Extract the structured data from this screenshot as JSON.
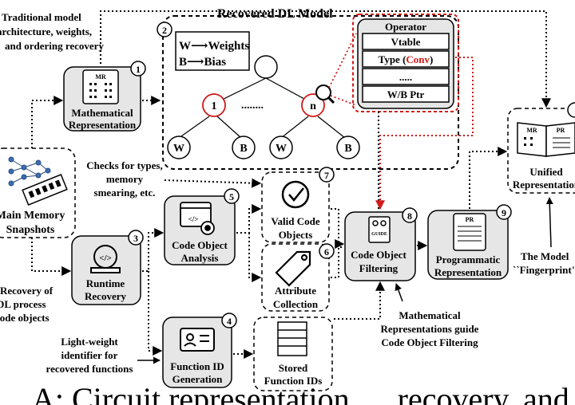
{
  "title": "Recovered DL Model",
  "caption": "A: Circuit representation, ... recovery, and the model in Pa...",
  "labels": {
    "trad_recovery": [
      "Traditional model",
      "architecture, weights,",
      "and ordering recovery"
    ],
    "main_memory": [
      "Main Memory",
      "Snapshots"
    ],
    "recovery_of": [
      "Recovery of",
      "DL process",
      "code objects"
    ],
    "checks": [
      "Checks for types,",
      "memory",
      "smearing, etc."
    ],
    "lightweight": [
      "Light-weight",
      "identifier for",
      "recovered functions"
    ],
    "math_guide": [
      "Mathematical",
      "Representations guide",
      "Code Object Filtering"
    ],
    "fingerprint": [
      "The Model",
      "``Fingerprint\""
    ]
  },
  "legend": {
    "w": "W",
    "w_full": "Weights",
    "b": "B",
    "b_full": "Bias"
  },
  "operator": {
    "title": "Operator",
    "rows": [
      "Vtable",
      "Type (",
      "Conv",
      ")",
      ".....",
      "W/B Ptr"
    ]
  },
  "tree": {
    "node1": "1",
    "ellipsis": "........",
    "node_n": "n",
    "w": "W",
    "b": "B"
  },
  "steps": [
    {
      "num": "1",
      "label": [
        "Mathematical",
        "Representation"
      ],
      "icon": "mr-book-icon",
      "badge": "MR"
    },
    {
      "num": "2"
    },
    {
      "num": "3",
      "label": [
        "Runtime",
        "Recovery"
      ],
      "icon": "laptop-code-icon"
    },
    {
      "num": "4",
      "label": [
        "Function ID",
        "Generation"
      ],
      "icon": "id-card-icon"
    },
    {
      "num": "5",
      "label": [
        "Code Object",
        "Analysis"
      ],
      "icon": "code-window-gear-icon"
    },
    {
      "num": "6",
      "label": [
        "Attribute",
        "Collection"
      ],
      "icon": "tag-icon"
    },
    {
      "num": "7",
      "label": [
        "Valid Code",
        "Objects"
      ],
      "icon": "checkmark-icon"
    },
    {
      "num": "8",
      "label": [
        "Code Object",
        "Filtering"
      ],
      "icon": "guide-book-icon",
      "badge": "GUIDE"
    },
    {
      "num": "9",
      "label": [
        "Programmatic",
        "Representation"
      ],
      "icon": "pr-scroll-icon",
      "badge": "PR"
    },
    {
      "num": "",
      "label": [
        "Unified",
        "Representation"
      ],
      "icon": "mr-pr-book-icon",
      "badge_left": "MR",
      "badge_right": "PR"
    }
  ],
  "stored": [
    "Stored",
    "Function IDs"
  ],
  "colors": {
    "highlight": "#d11a1a",
    "box_fill": "#e6e6e6",
    "stroke": "#000000"
  }
}
